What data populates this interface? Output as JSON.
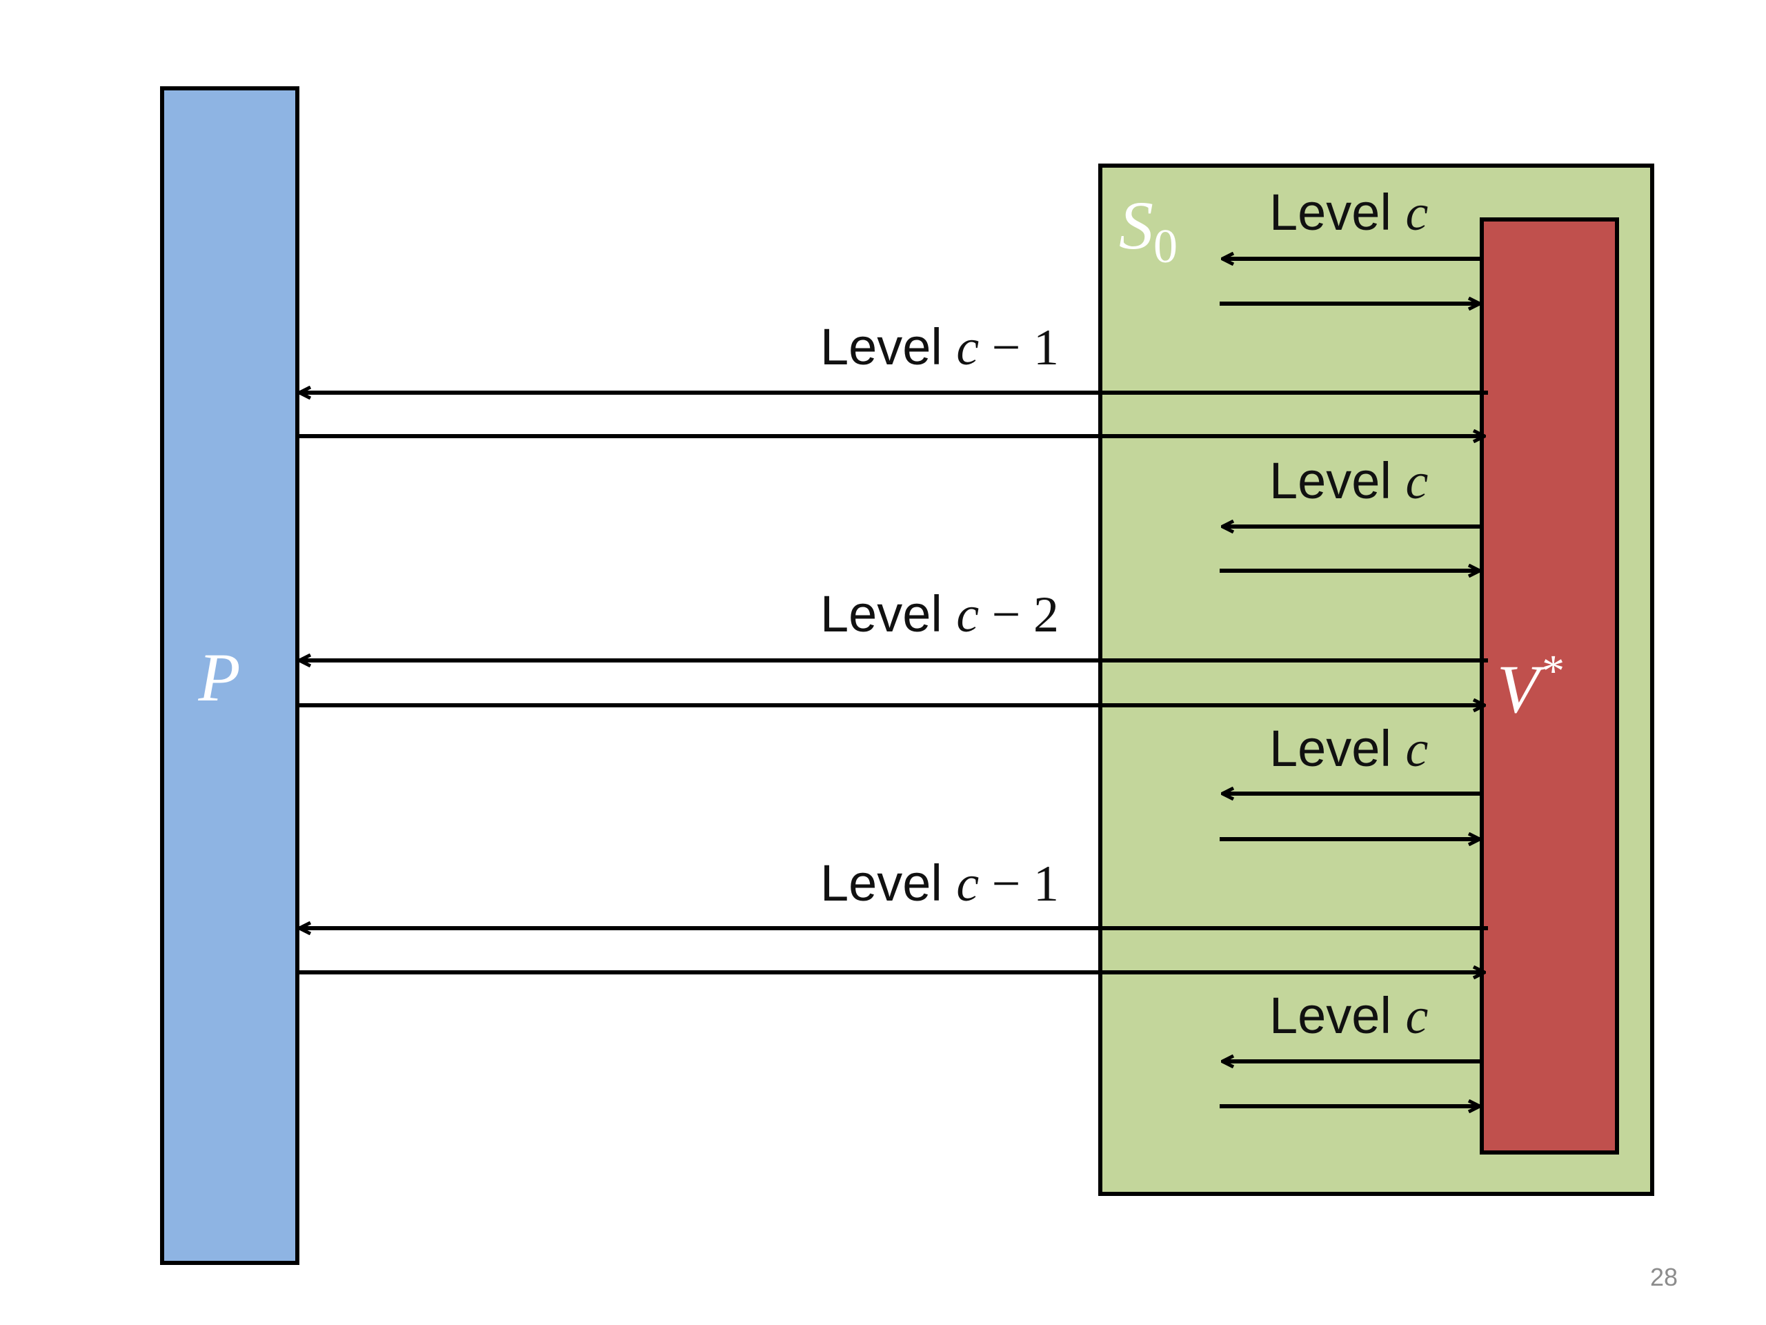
{
  "prover": {
    "label": "P",
    "color": "#8EB4E3"
  },
  "simulator": {
    "label_base": "S",
    "label_sub": "0",
    "color": "#C3D69B"
  },
  "verifier": {
    "label_base": "V",
    "label_sup": "*",
    "color": "#C0504D"
  },
  "outer_labels": [
    {
      "prefix": "Level ",
      "var": "c",
      "op": " − ",
      "num": "1"
    },
    {
      "prefix": "Level ",
      "var": "c",
      "op": " − ",
      "num": "2"
    },
    {
      "prefix": "Level ",
      "var": "c",
      "op": " − ",
      "num": "1"
    }
  ],
  "inner_labels": [
    {
      "prefix": "Level ",
      "var": "c"
    },
    {
      "prefix": "Level ",
      "var": "c"
    },
    {
      "prefix": "Level ",
      "var": "c"
    },
    {
      "prefix": "Level ",
      "var": "c"
    }
  ],
  "page_number": "28"
}
